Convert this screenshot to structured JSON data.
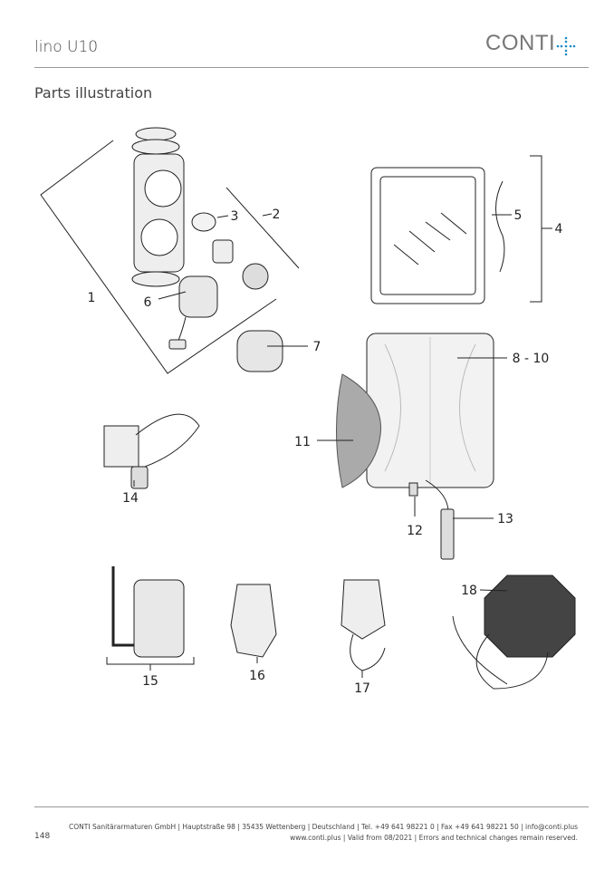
{
  "header": {
    "title": "lino U10",
    "logo": "CONTI",
    "accent": "#1a8ac6"
  },
  "section_title": "Parts illustration",
  "callouts": {
    "p1": "1",
    "p2": "2",
    "p3": "3",
    "p4": "4",
    "p5": "5",
    "p6": "6",
    "p7": "7",
    "p8": "8 - 10",
    "p11": "11",
    "p12": "12",
    "p13": "13",
    "p14": "14",
    "p15": "15",
    "p16": "16",
    "p17": "17",
    "p18": "18"
  },
  "footer": {
    "address": "CONTI Sanitärarmaturen GmbH | Hauptstraße 98 | 35435 Wettenberg | Deutschland | Tel. +49 641 98221 0 | Fax +49 641 98221 50 | info@conti.plus",
    "info": "www.conti.plus | Valid from 08/2021 | Errors and technical changes remain reserved.",
    "page": "148"
  }
}
